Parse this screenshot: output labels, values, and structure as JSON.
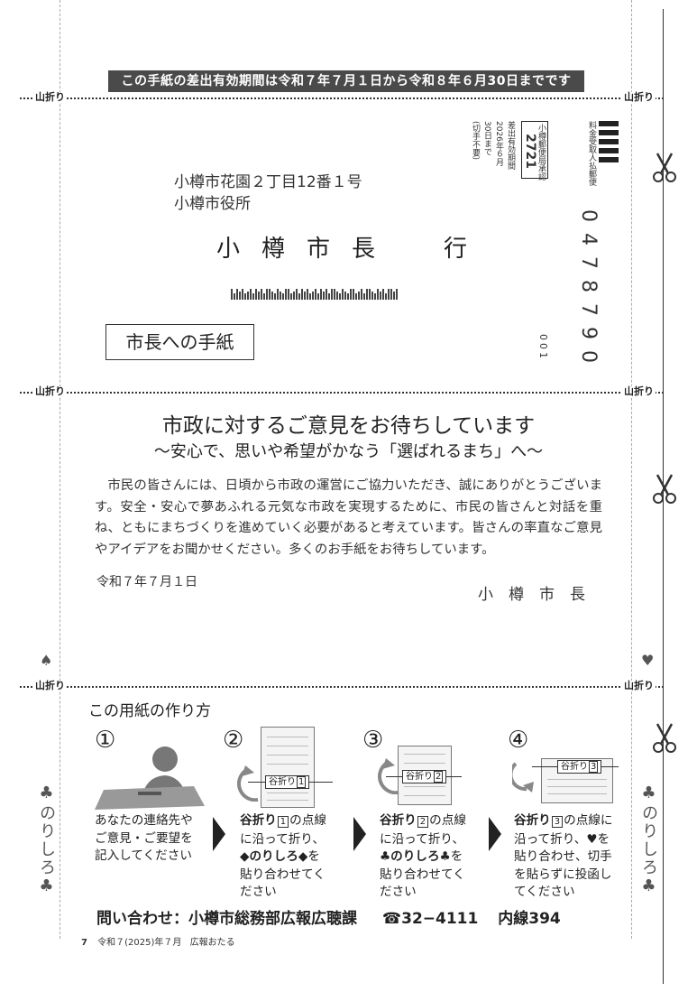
{
  "banner": "この手紙の差出有効期間は令和７年７月１日から令和８年６月30日までです",
  "fold_label": "山折り",
  "envelope": {
    "address_line1": "小樽市花園２丁目12番１号",
    "address_line2": "小樽市役所",
    "recipient": "小樽市長",
    "iku": "行",
    "letter_box": "市長への手紙",
    "postal_code": "0478790",
    "code_small": "001",
    "stamp_header": "料金受取人払郵便",
    "stamp_office": "小樽郵便局承認",
    "stamp_number": "2721",
    "validity_1": "差出有効期間",
    "validity_2": "2026年６月",
    "validity_3": "30日まで",
    "validity_4": "(切手不要)"
  },
  "letter": {
    "title": "市政に対するご意見をお待ちしています",
    "subtitle": "～安心で、思いや希望がかなう「選ばれるまち」へ～",
    "body": "市民の皆さんには、日頃から市政の運営にご協力いただき、誠にありがとうございます。安全・安心で夢あふれる元気な市政を実現するために、市民の皆さんと対話を重ね、ともにまちづくりを進めていく必要があると考えています。皆さんの率直なご意見やアイデアをお聞かせください。多くのお手紙をお待ちしています。",
    "date": "令和７年７月１日",
    "signature": "小樽市長"
  },
  "howto": {
    "title": "この用紙の作り方",
    "steps": [
      {
        "num": "①",
        "l1": "あなたの連絡先や",
        "l2": "ご意見・ご要望を",
        "l3": "記入してください",
        "l4": ""
      },
      {
        "num": "②",
        "b1": "谷折り",
        "box": "1",
        "r1": "の点線",
        "l2": "に沿って折り、",
        "b2": "◆のりしろ◆",
        "r2": "を",
        "l4": "貼り合わせてく",
        "l5": "ださい",
        "tag": "谷折り",
        "tagbox": "1"
      },
      {
        "num": "③",
        "b1": "谷折り",
        "box": "2",
        "r1": "の点線",
        "l2": "に沿って折り、",
        "b2": "♣のりしろ♣",
        "r2": "を",
        "l4": "貼り合わせてく",
        "l5": "ださい",
        "tag": "谷折り",
        "tagbox": "2"
      },
      {
        "num": "④",
        "b1": "谷折り",
        "box": "3",
        "r1": "の点線に",
        "l2": "沿って折り、♥を",
        "l3": "貼り合わせ、切手",
        "l4": "を貼らずに投函し",
        "l5": "てください",
        "tag": "谷折り",
        "tagbox": "3"
      }
    ]
  },
  "contact": {
    "label": "問い合わせ：小樽市総務部広報広聴課",
    "phone_icon": "phone-icon",
    "phone": "32−4111",
    "extension": "内線394"
  },
  "footer": {
    "page": "7",
    "issue": "令和７(2025)年７月",
    "publication": "広報おたる"
  },
  "suits": {
    "spade": "♠",
    "heart": "♥",
    "vertical": "♣のりしろ♣"
  }
}
